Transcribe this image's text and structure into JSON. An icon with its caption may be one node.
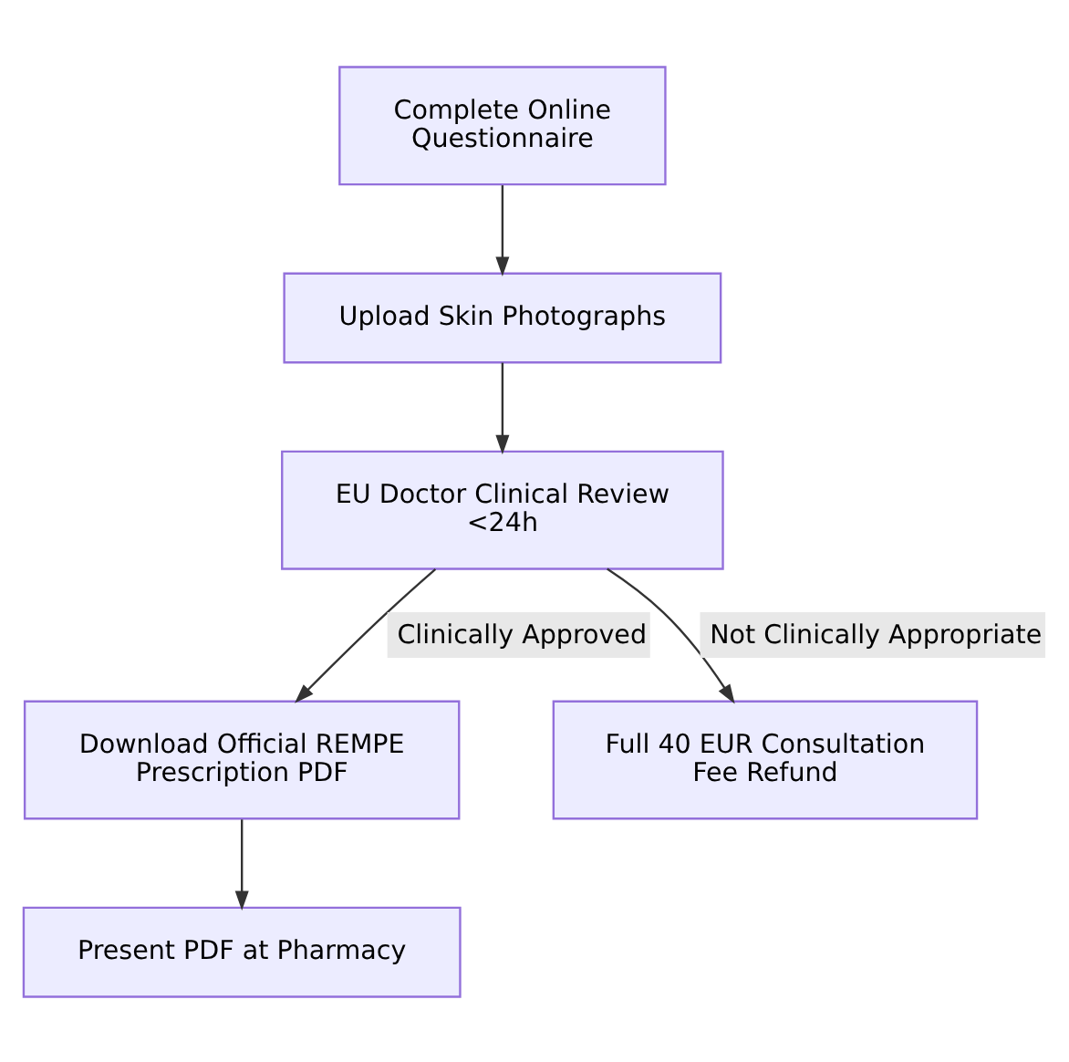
{
  "diagram": {
    "nodes": [
      {
        "text": [
          "Complete Online Questionnaire"
        ]
      },
      {
        "text": [
          "Upload Skin Photographs"
        ]
      },
      {
        "text": [
          "EU Doctor Clinical Review <24h"
        ]
      },
      {
        "text": [
          "Download Official REMPE Prescription PDF"
        ]
      },
      {
        "text": [
          "Full 40 EUR Consultation Fee Refund"
        ]
      },
      {
        "text": [
          "Present PDF at Pharmacy"
        ]
      }
    ],
    "edges": [
      {
        "from": 0,
        "to": 1,
        "arrow": "to"
      },
      {
        "from": 1,
        "to": 2,
        "arrow": "to"
      },
      {
        "from": 2,
        "to": 3,
        "arrow": "to",
        "label": "Clinically Approved"
      },
      {
        "from": 2,
        "to": 4,
        "arrow": "to",
        "label": "Not Clinically Appropriate"
      },
      {
        "from": 3,
        "to": 5,
        "arrow": "to"
      }
    ]
  }
}
